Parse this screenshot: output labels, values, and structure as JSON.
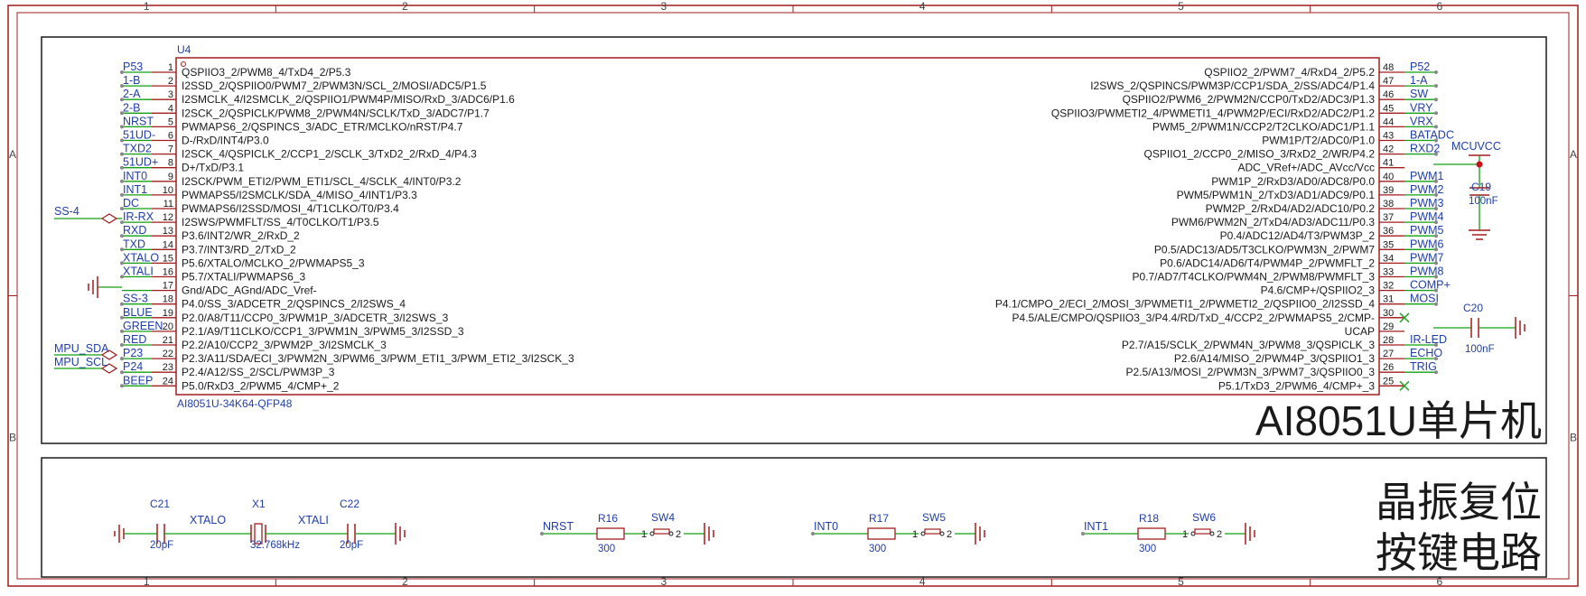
{
  "frame": {
    "columns": [
      "1",
      "2",
      "3",
      "4",
      "5",
      "6"
    ],
    "rows": [
      "A",
      "B"
    ]
  },
  "mcu": {
    "ref": "U4",
    "part": "AI8051U-34K64-QFP48",
    "left_pins": [
      {
        "num": "1",
        "name": "QSPIIO3_2/PWM8_4/TxD4_2/P5.3",
        "net": "P53"
      },
      {
        "num": "2",
        "name": "I2SSD_2/QSPIIO0/PWM7_2/PWM3N/SCL_2/MOSI/ADC5/P1.5",
        "net": "1-B"
      },
      {
        "num": "3",
        "name": "I2SMCLK_4/I2SMCLK_2/QSPIIO1/PWM4P/MISO/RxD_3/ADC6/P1.6",
        "net": "2-A"
      },
      {
        "num": "4",
        "name": "I2SCK_2/QSPICLK/PWM8_2/PWM4N/SCLK/TxD_3/ADC7/P1.7",
        "net": "2-B"
      },
      {
        "num": "5",
        "name": "PWMAPS6_2/QSPINCS_3/ADC_ETR/MCLKO/nRST/P4.7",
        "net": "NRST"
      },
      {
        "num": "6",
        "name": "D-/RxD/INT4/P3.0",
        "net": "51UD-"
      },
      {
        "num": "7",
        "name": "I2SCK_4/QSPICLK_2/CCP1_2/SCLK_3/TxD2_2/RxD_4/P4.3",
        "net": "TXD2"
      },
      {
        "num": "8",
        "name": "D+/TxD/P3.1",
        "net": "51UD+"
      },
      {
        "num": "9",
        "name": "I2SCK/PWM_ETI2/PWM_ETI1/SCL_4/SCLK_4/INT0/P3.2",
        "net": "INT0"
      },
      {
        "num": "10",
        "name": "PWMAPS5/I2SMCLK/SDA_4/MISO_4/INT1/P3.3",
        "net": "INT1"
      },
      {
        "num": "11",
        "name": "PWMAPS6/I2SSD/MOSI_4/T1CLKO/T0/P3.4",
        "net": "DC"
      },
      {
        "num": "12",
        "name": "I2SWS/PWMFLT/SS_4/T0CLKO/T1/P3.5",
        "net": "IR-RX"
      },
      {
        "num": "13",
        "name": "P3.6/INT2/WR_2/RxD_2",
        "net": "RXD"
      },
      {
        "num": "14",
        "name": "P3.7/INT3/RD_2/TxD_2",
        "net": "TXD"
      },
      {
        "num": "15",
        "name": "P5.6/XTALO/MCLKO_2/PWMAPS5_3",
        "net": "XTALO"
      },
      {
        "num": "16",
        "name": "P5.7/XTALI/PWMAPS6_3",
        "net": "XTALI"
      },
      {
        "num": "17",
        "name": "Gnd/ADC_AGnd/ADC_Vref-",
        "net": ""
      },
      {
        "num": "18",
        "name": "P4.0/SS_3/ADCETR_2/QSPINCS_2/I2SWS_4",
        "net": "SS-3"
      },
      {
        "num": "19",
        "name": "P2.0/A8/T11/CCP0_3/PWM1P_3/ADCETR_3/I2SWS_3",
        "net": "BLUE"
      },
      {
        "num": "20",
        "name": "P2.1/A9/T11CLKO/CCP1_3/PWM1N_3/PWM5_3/I2SSD_3",
        "net": "GREEN"
      },
      {
        "num": "21",
        "name": "P2.2/A10/CCP2_3/PWM2P_3/I2SMCLK_3",
        "net": "RED"
      },
      {
        "num": "22",
        "name": "P2.3/A11/SDA/ECI_3/PWM2N_3/PWM6_3/PWM_ETI1_3/PWM_ETI2_3/I2SCK_3",
        "net": "P23"
      },
      {
        "num": "23",
        "name": "P2.4/A12/SS_2/SCL/PWM3P_3",
        "net": "P24"
      },
      {
        "num": "24",
        "name": "P5.0/RxD3_2/PWM5_4/CMP+_2",
        "net": "BEEP"
      }
    ],
    "right_pins": [
      {
        "num": "48",
        "name": "QSPIIO2_2/PWM7_4/RxD4_2/P5.2",
        "net": "P52"
      },
      {
        "num": "47",
        "name": "I2SWS_2/QSPINCS/PWM3P/CCP1/SDA_2/SS/ADC4/P1.4",
        "net": "1-A"
      },
      {
        "num": "46",
        "name": "QSPIIO2/PWM6_2/PWM2N/CCP0/TxD2/ADC3/P1.3",
        "net": "SW"
      },
      {
        "num": "45",
        "name": "QSPIIO3/PWMETI2_4/PWMETI1_4/PWM2P/ECI/RxD2/ADC2/P1.2",
        "net": "VRY"
      },
      {
        "num": "44",
        "name": "PWM5_2/PWM1N/CCP2/T2CLKO/ADC1/P1.1",
        "net": "VRX"
      },
      {
        "num": "43",
        "name": "PWM1P/T2/ADC0/P1.0",
        "net": "BATADC"
      },
      {
        "num": "42",
        "name": "QSPIIO1_2/CCP0_2/MISO_3/RxD2_2/WR/P4.2",
        "net": "RXD2"
      },
      {
        "num": "41",
        "name": "ADC_VRef+/ADC_AVcc/Vcc",
        "net": ""
      },
      {
        "num": "40",
        "name": "PWM1P_2/RxD3/AD0/ADC8/P0.0",
        "net": "PWM1"
      },
      {
        "num": "39",
        "name": "PWM5/PWM1N_2/TxD3/AD1/ADC9/P0.1",
        "net": "PWM2"
      },
      {
        "num": "38",
        "name": "PWM2P_2/RxD4/AD2/ADC10/P0.2",
        "net": "PWM3"
      },
      {
        "num": "37",
        "name": "PWM6/PWM2N_2/TxD4/AD3/ADC11/P0.3",
        "net": "PWM4"
      },
      {
        "num": "36",
        "name": "P0.4/ADC12/AD4/T3/PWM3P_2",
        "net": "PWM5"
      },
      {
        "num": "35",
        "name": "P0.5/ADC13/AD5/T3CLKO/PWM3N_2/PWM7",
        "net": "PWM6"
      },
      {
        "num": "34",
        "name": "P0.6/ADC14/AD6/T4/PWM4P_2/PWMFLT_2",
        "net": "PWM7"
      },
      {
        "num": "33",
        "name": "P0.7/AD7/T4CLKO/PWM4N_2/PWM8/PWMFLT_3",
        "net": "PWM8"
      },
      {
        "num": "32",
        "name": "P4.6/CMP+/QSPIIO2_3",
        "net": "COMP+"
      },
      {
        "num": "31",
        "name": "P4.1/CMPO_2/ECI_2/MOSI_3/PWMETI1_2/PWMETI2_2/QSPIIO0_2/I2SSD_4",
        "net": "MOSI"
      },
      {
        "num": "30",
        "name": "P4.5/ALE/CMPO/QSPIIO3_3/P4.4/RD/TxD_4/CCP2_2/PWMAPS5_2/CMP-",
        "net": ""
      },
      {
        "num": "29",
        "name": "UCAP",
        "net": ""
      },
      {
        "num": "28",
        "name": "P2.7/A15/SCLK_2/PWM4N_3/PWM8_3/QSPICLK_3",
        "net": "IR-LED"
      },
      {
        "num": "27",
        "name": "P2.6/A14/MISO_2/PWM4P_3/QSPIIO1_3",
        "net": "ECHO"
      },
      {
        "num": "26",
        "name": "P2.5/A13/MOSI_2/PWM3N_3/PWM7_3/QSPIIO0_3",
        "net": "TRIG"
      },
      {
        "num": "25",
        "name": "P5.1/TxD3_2/PWM6_4/CMP+_3",
        "net": ""
      }
    ]
  },
  "ports": {
    "ss4": "SS-4",
    "mpu_sda": "MPU_SDA",
    "mpu_scl": "MPU_SCL"
  },
  "power": {
    "mcu_vcc": "MCUVCC"
  },
  "caps": {
    "c19": {
      "ref": "C19",
      "value": "100nF"
    },
    "c20": {
      "ref": "C20",
      "value": "100nF"
    },
    "c21": {
      "ref": "C21",
      "value": "20pF"
    },
    "c22": {
      "ref": "C22",
      "value": "20pF"
    }
  },
  "crystal": {
    "ref": "X1",
    "value": "32.768kHz",
    "net_left": "XTALO",
    "net_right": "XTALI"
  },
  "reset_circuits": [
    {
      "net": "NRST",
      "res_ref": "R16",
      "res_value": "300",
      "sw_ref": "SW4"
    },
    {
      "net": "INT0",
      "res_ref": "R17",
      "res_value": "300",
      "sw_ref": "SW5"
    },
    {
      "net": "INT1",
      "res_ref": "R18",
      "res_value": "300",
      "sw_ref": "SW6"
    }
  ],
  "titles": {
    "mcu_block": "AI8051U单片机",
    "osc_block_line1": "晶振复位",
    "osc_block_line2": "按键电路"
  },
  "colors": {
    "border": "#a31d1d",
    "wire": "#11a011",
    "net": "#1f3ea8",
    "pin": "#a31d1d",
    "text": "#1a1a1a",
    "junction": "#c8101a",
    "noconnect": "#2aa52a"
  }
}
